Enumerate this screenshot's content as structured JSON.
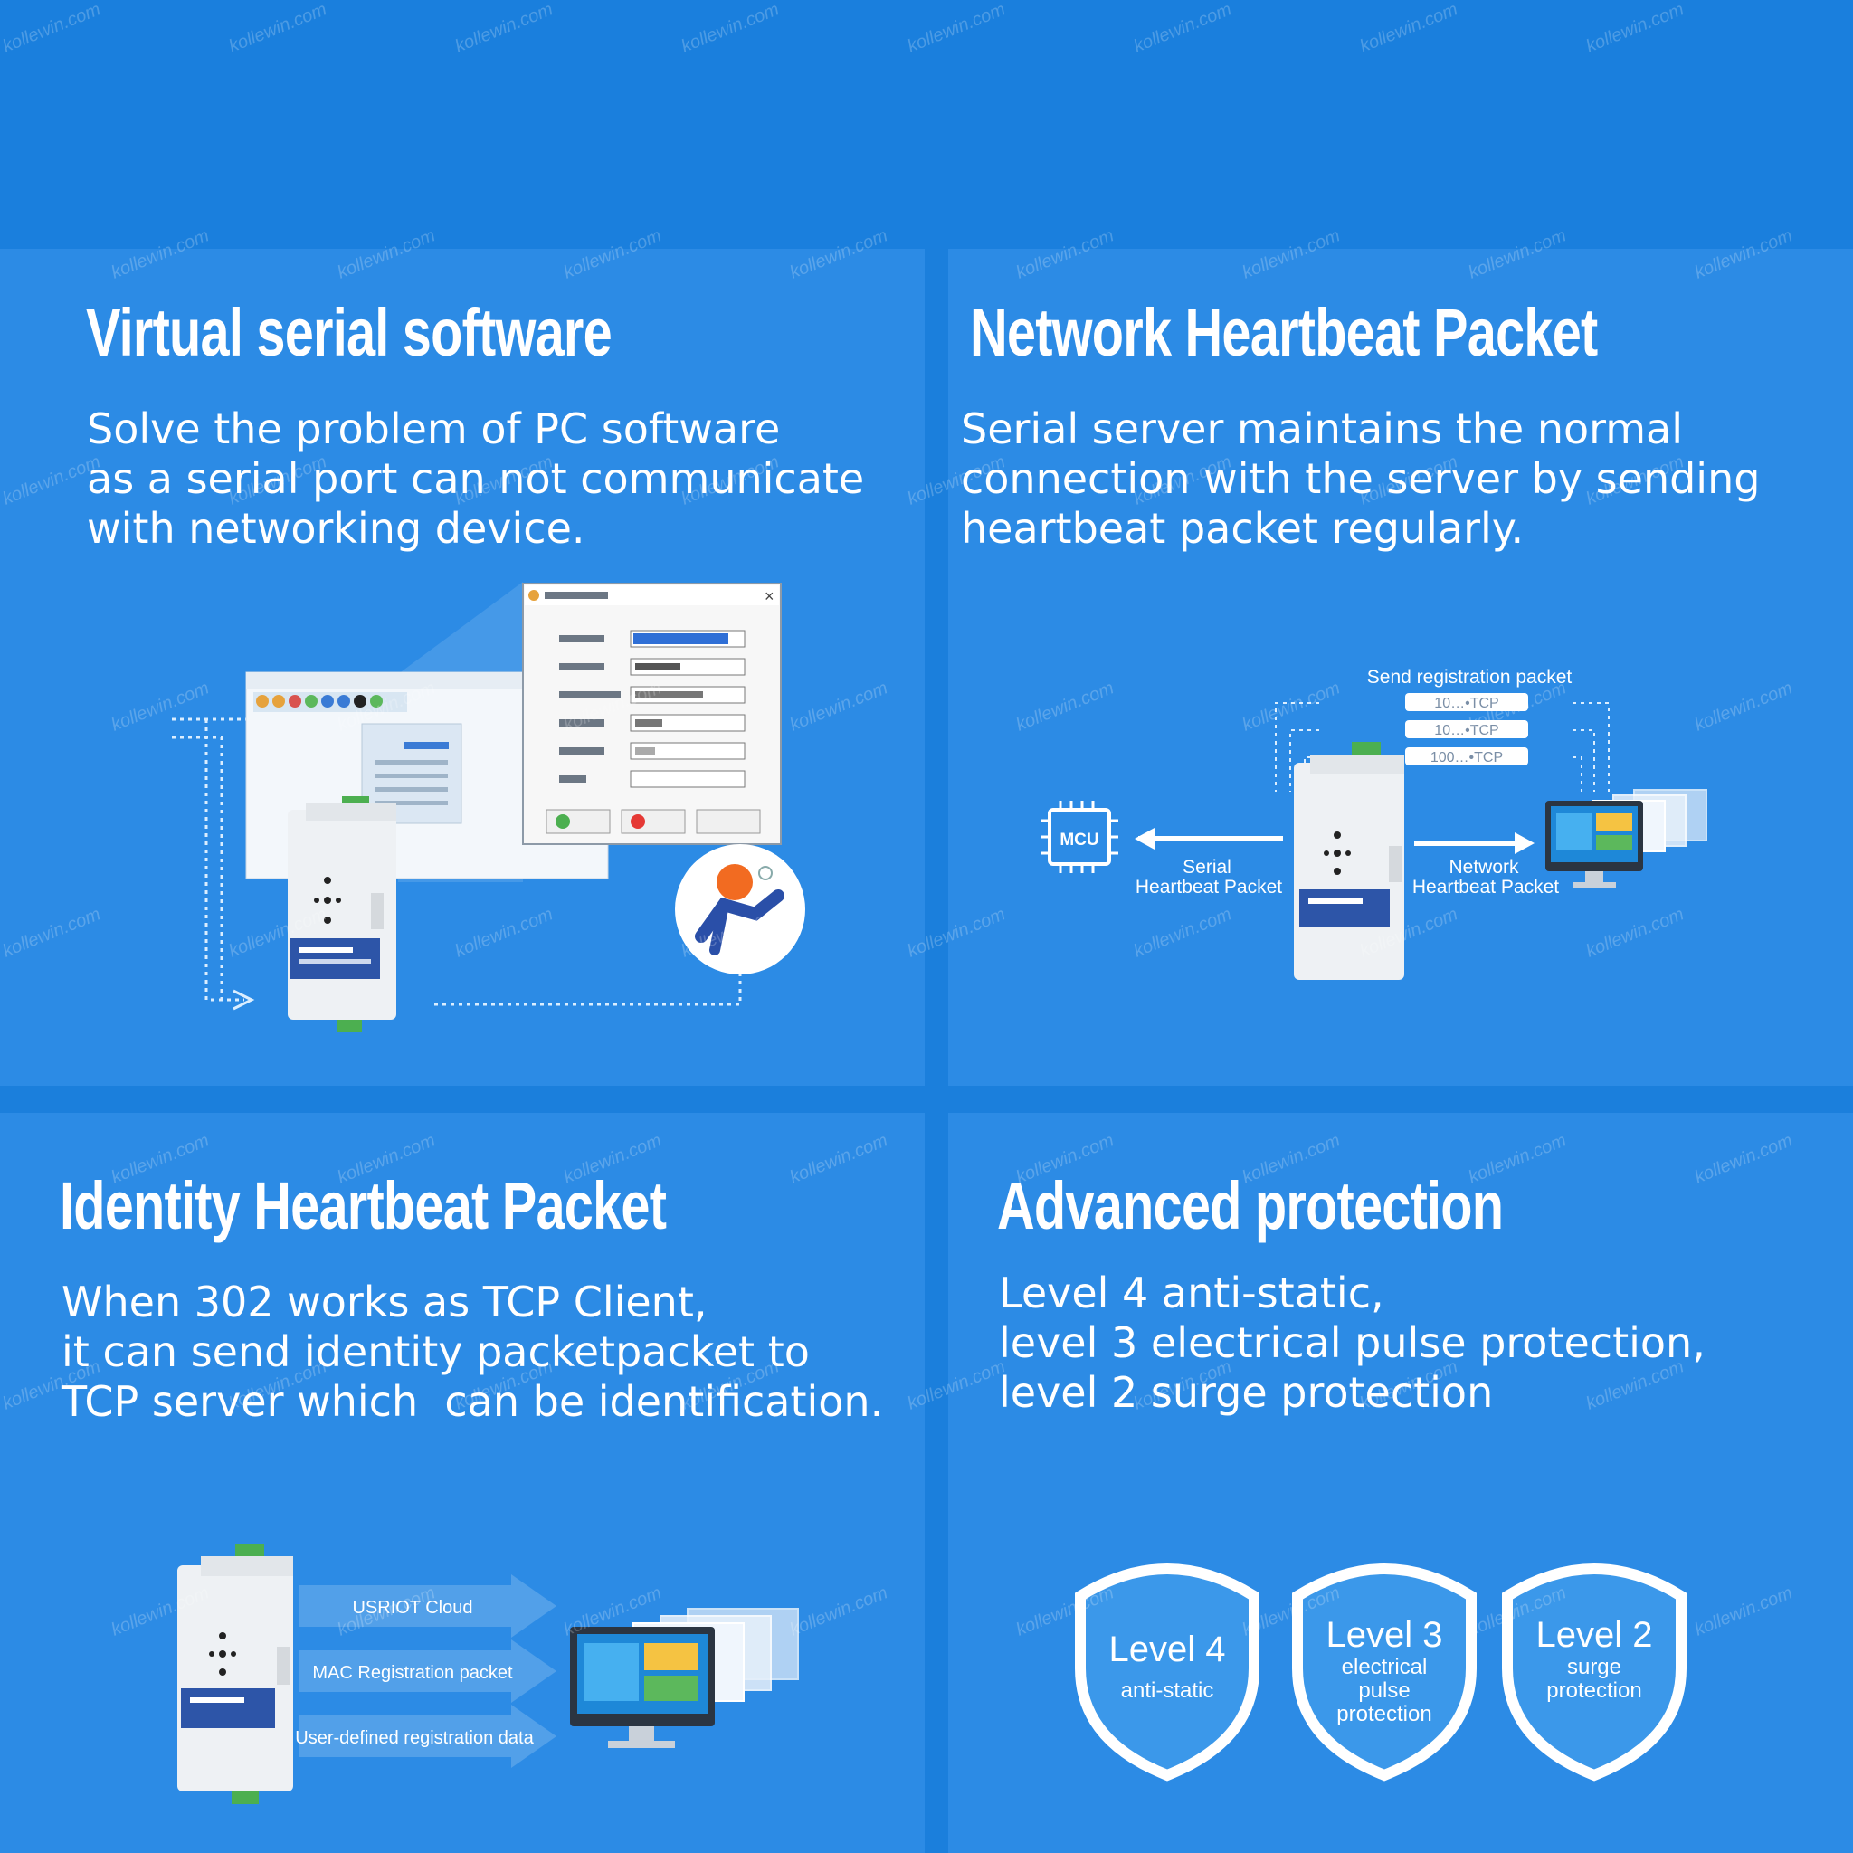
{
  "watermark": "kollewin.com",
  "panels": {
    "virtual_serial": {
      "title": "Virtual serial software",
      "body": "Solve the problem of PC software\nas a serial port can not communicate\nwith networking device."
    },
    "network_heartbeat": {
      "title": "Network Heartbeat Packet",
      "body": "Serial server maintains the normal\nconnection with the server by sending\nheartbeat packet regularly.",
      "diagram": {
        "send_label": "Send registration packet",
        "packets": [
          "10…•TCP",
          "10…•TCP",
          "100…•TCP"
        ],
        "mcu_label": "MCU",
        "serial_label_1": "Serial",
        "serial_label_2": "Heartbeat Packet",
        "network_label_1": "Network",
        "network_label_2": "Heartbeat Packet"
      }
    },
    "identity_heartbeat": {
      "title": "Identity Heartbeat Packet",
      "body": "When 302 works as TCP Client,\nit can send identity packetpacket to\nTCP server which  can be identification.",
      "arrows": [
        "USRIOT Cloud",
        "MAC Registration packet",
        "User-defined  registration data"
      ]
    },
    "advanced_protection": {
      "title": "Advanced protection",
      "body": "Level 4 anti-static,\nlevel 3 electrical pulse protection,\nlevel 2 surge protection",
      "shields": [
        {
          "level": "Level 4",
          "desc": [
            "anti-static"
          ]
        },
        {
          "level": "Level 3",
          "desc": [
            "electrical",
            "pulse",
            "protection"
          ]
        },
        {
          "level": "Level 2",
          "desc": [
            "surge",
            "protection"
          ]
        }
      ]
    }
  },
  "colors": {
    "background": "#1f82dd",
    "panel": "#2c8be5",
    "text": "#ffffff"
  }
}
